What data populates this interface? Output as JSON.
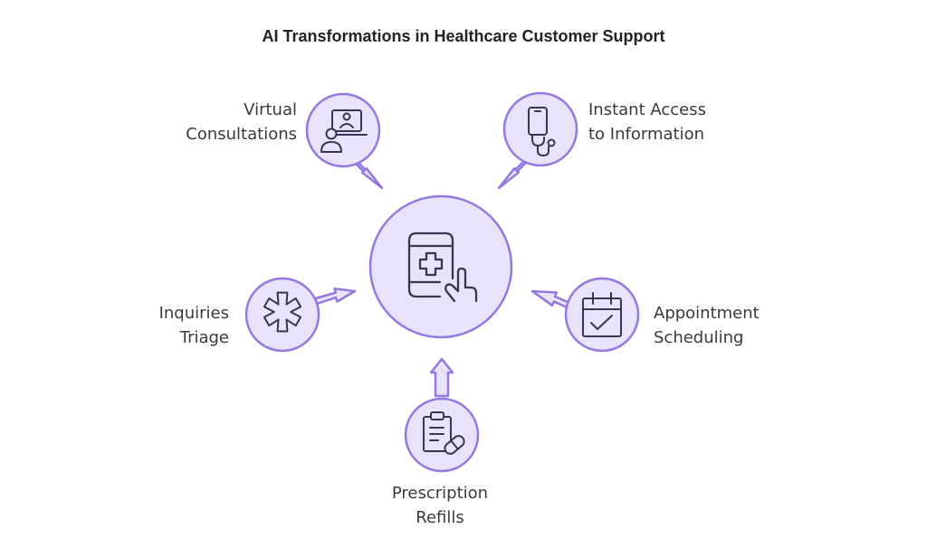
{
  "title": "AI Transformations in Healthcare Customer Support",
  "colors": {
    "fill": "#e8e3fb",
    "stroke": "#9577e2",
    "icon": "#3b3355",
    "text": "#3a3a3a"
  },
  "nodes": {
    "virtual_consultations": {
      "line1": "Virtual",
      "line2": "Consultations",
      "icon": "video-call-doctor-icon"
    },
    "instant_access": {
      "line1": "Instant Access",
      "line2": "to Information",
      "icon": "phone-stethoscope-icon"
    },
    "inquiries_triage": {
      "line1": "Inquiries",
      "line2": "Triage",
      "icon": "medical-star-icon"
    },
    "appointment_scheduling": {
      "line1": "Appointment",
      "line2": "Scheduling",
      "icon": "calendar-check-icon"
    },
    "prescription_refills": {
      "line1": "Prescription",
      "line2": "Refills",
      "icon": "clipboard-pill-icon"
    },
    "center": {
      "icon": "mobile-health-tap-icon"
    }
  }
}
